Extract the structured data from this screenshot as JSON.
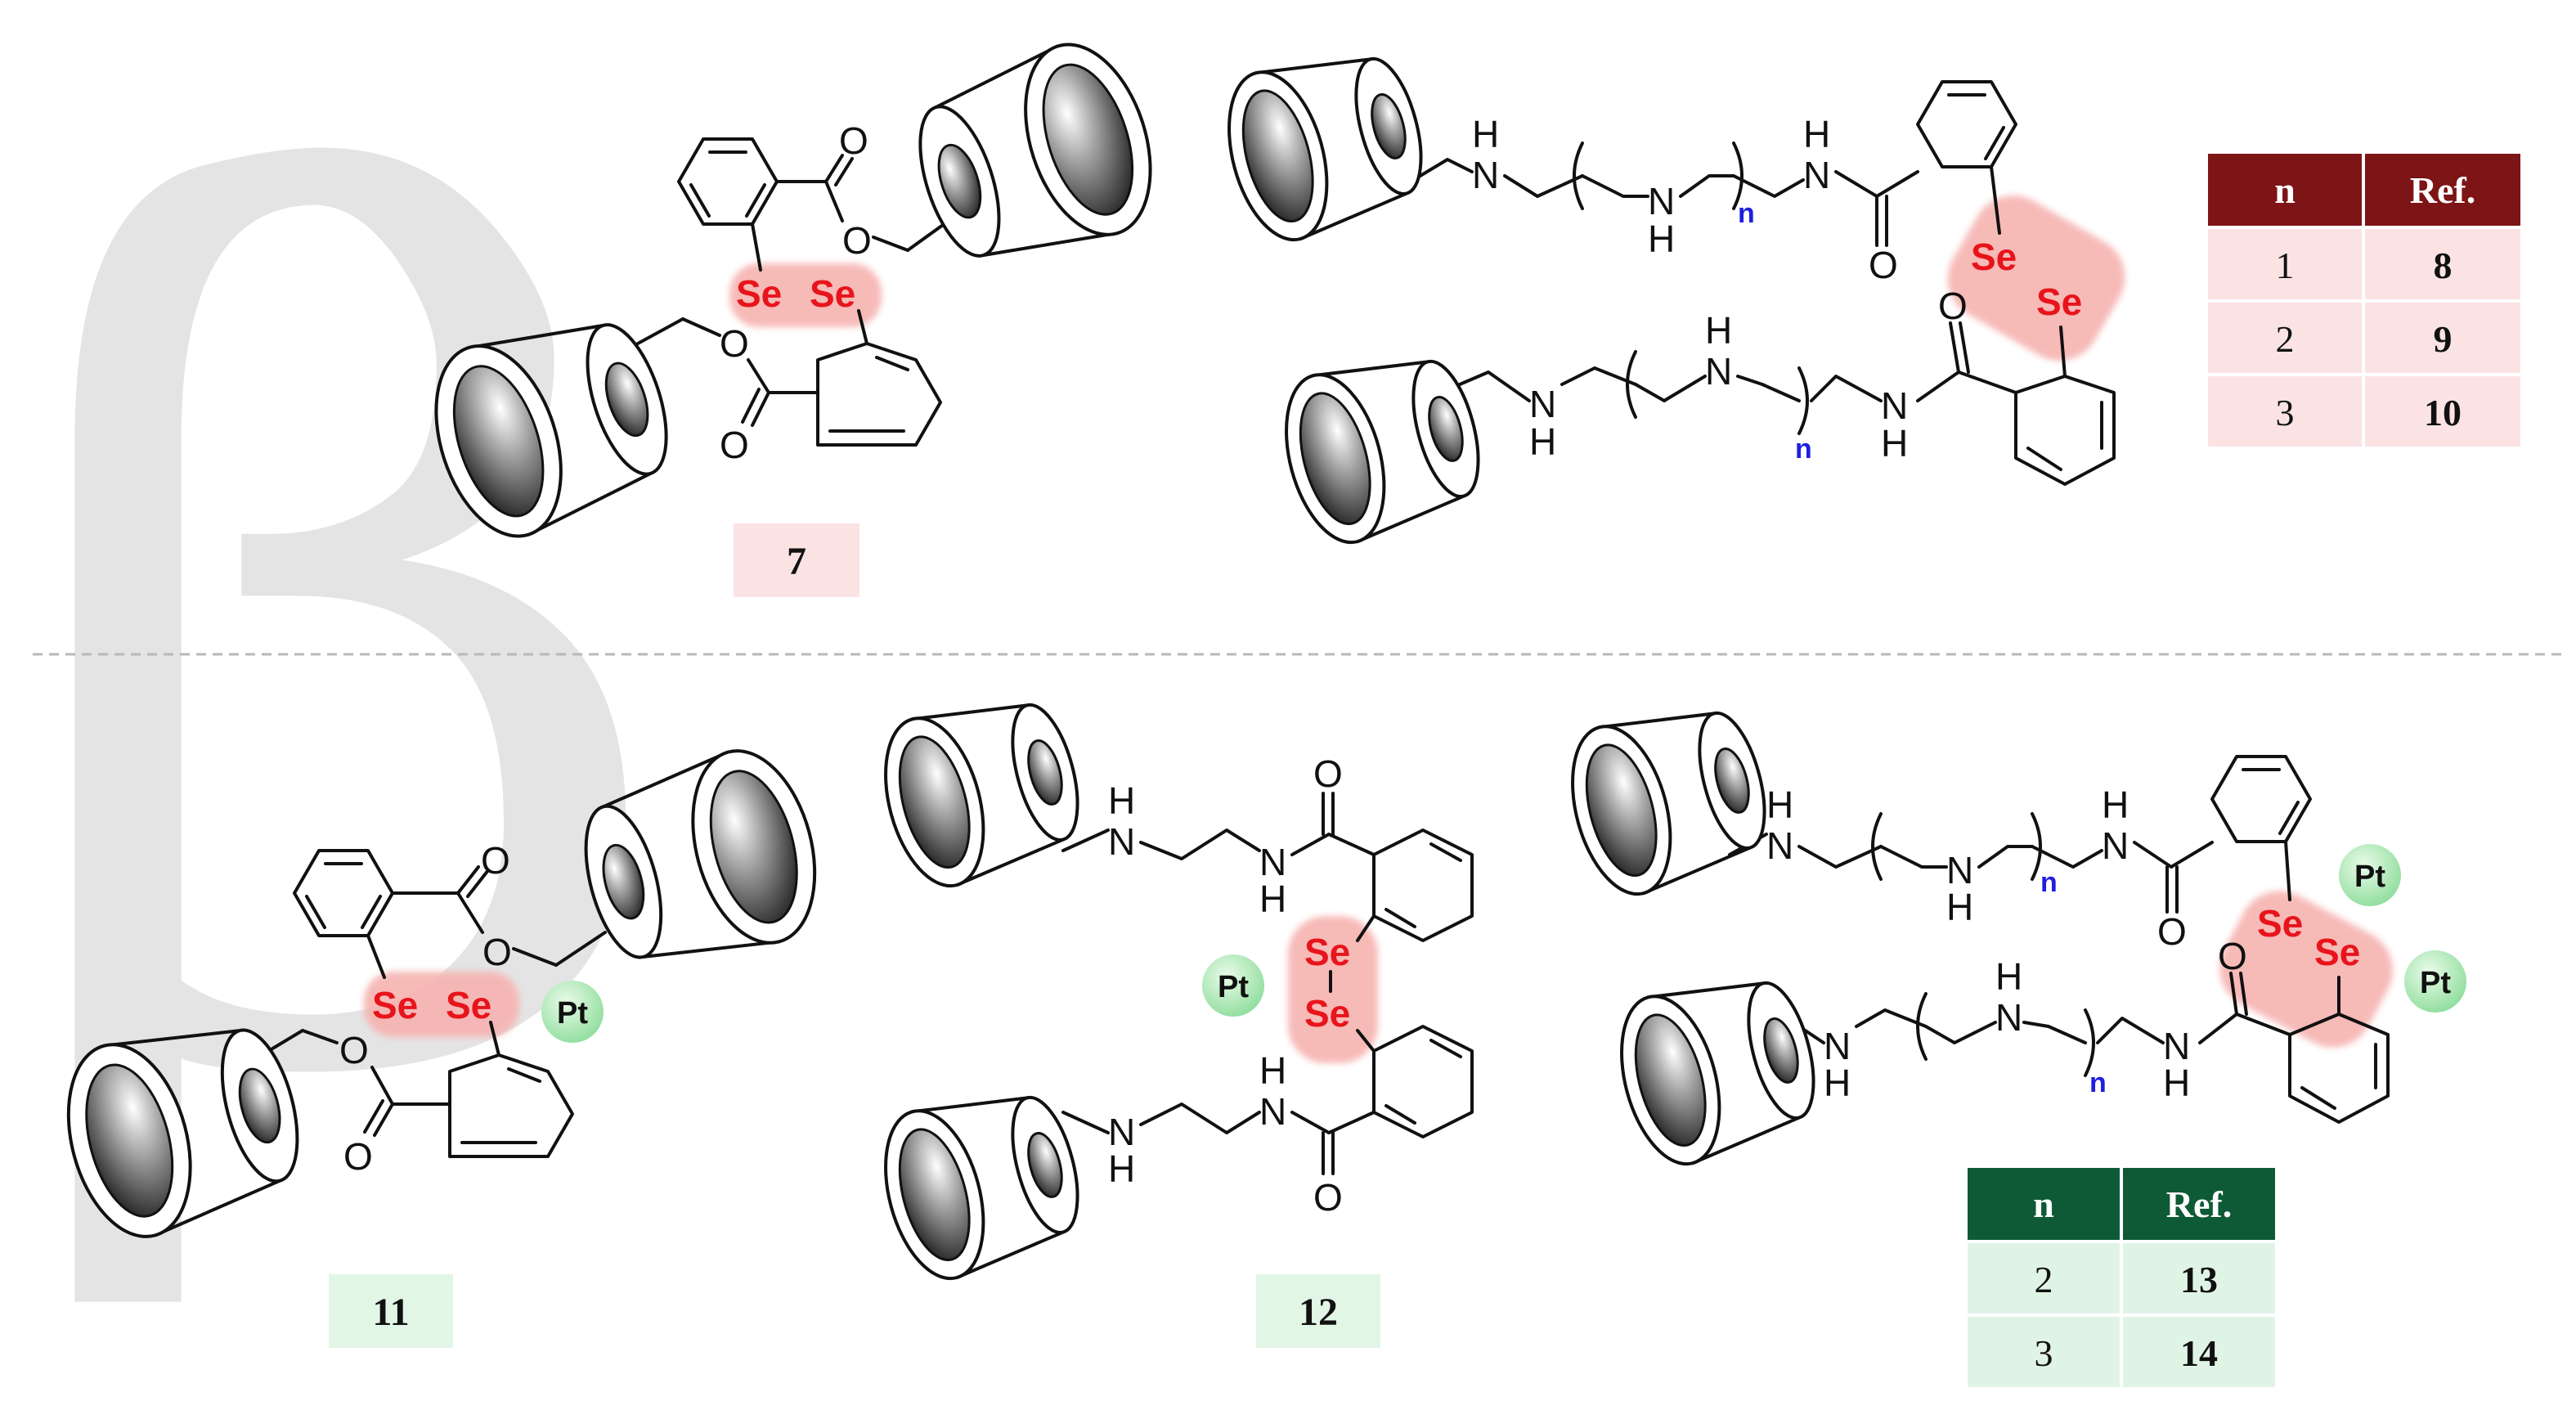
{
  "watermark": "β",
  "atoms": {
    "se": "Se",
    "nh_n": "N",
    "nh_h": "H",
    "oxygen": "O",
    "n_sub": "n",
    "pt": "Pt"
  },
  "compounds": {
    "c7": "7",
    "c11": "11",
    "c12": "12"
  },
  "table_top": {
    "headers": [
      "n",
      "Ref."
    ],
    "rows": [
      [
        "1",
        "8"
      ],
      [
        "2",
        "9"
      ],
      [
        "3",
        "10"
      ]
    ]
  },
  "table_bottom": {
    "headers": [
      "n",
      "Ref."
    ],
    "rows": [
      [
        "2",
        "13"
      ],
      [
        "3",
        "14"
      ]
    ]
  },
  "colors": {
    "se_text": "#e8141b",
    "se_highlight": "#f6b3b0",
    "top_table_header": "#7d1416",
    "top_table_cell": "#fbe3e4",
    "bottom_table_header": "#0e5a36",
    "bottom_table_cell": "#e0f4e6",
    "pt_ball": "#9fe3aa",
    "n_subscript": "#1e1ee0",
    "label_top": "#fbe3e4",
    "label_bottom": "#e2f6e6",
    "watermark": "#e4e4e4"
  }
}
